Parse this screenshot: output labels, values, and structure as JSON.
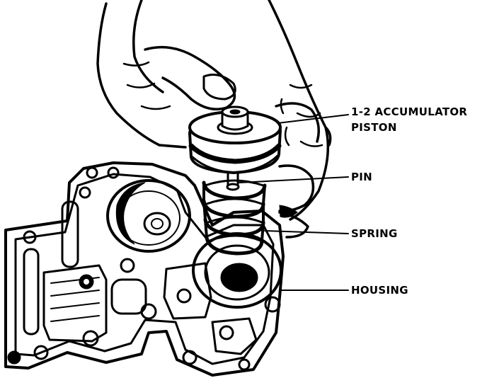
{
  "diagram": {
    "labels": {
      "piston_line1": "1-2 ACCUMULATOR",
      "piston_line2": "PISTON",
      "pin": "PIN",
      "spring": "SPRING",
      "housing": "HOUSING"
    },
    "colors": {
      "ink": "#000000",
      "paper": "#ffffff"
    }
  }
}
